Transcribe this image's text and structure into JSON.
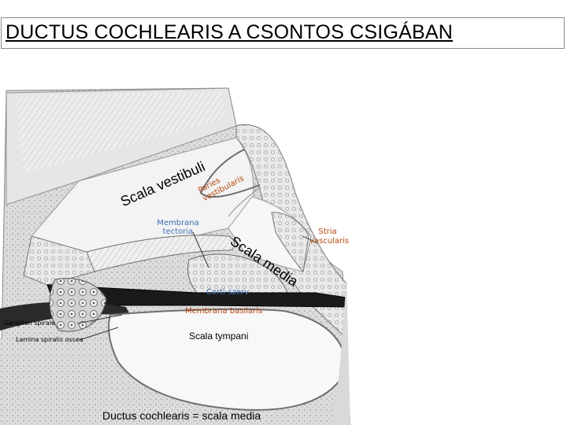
{
  "title": "DUCTUS COCHLEARIS A CSONTOS CSIGÁBAN",
  "labels": {
    "scala_vestibuli": "Scala vestibuli",
    "paries_vestibularis": "Paries vestibularis",
    "membrana_tectoria": "Membrana tectoria",
    "scala_media": "Scala media",
    "stria_vascularis": "Stria vascularis",
    "corti_szerv": "Corti-szerv",
    "membrana_basilaris": "Membrana basilaris",
    "ganglion_spirale": "Ganglion spirale",
    "lamina_spiralis_ossea": "Lamina spiralis ossea",
    "scala_tympani": "Scala tympani"
  },
  "caption": "Ductus cochlearis = scala media",
  "colors": {
    "label_brown": "#b5440e",
    "label_blue": "#3b6fb6"
  }
}
